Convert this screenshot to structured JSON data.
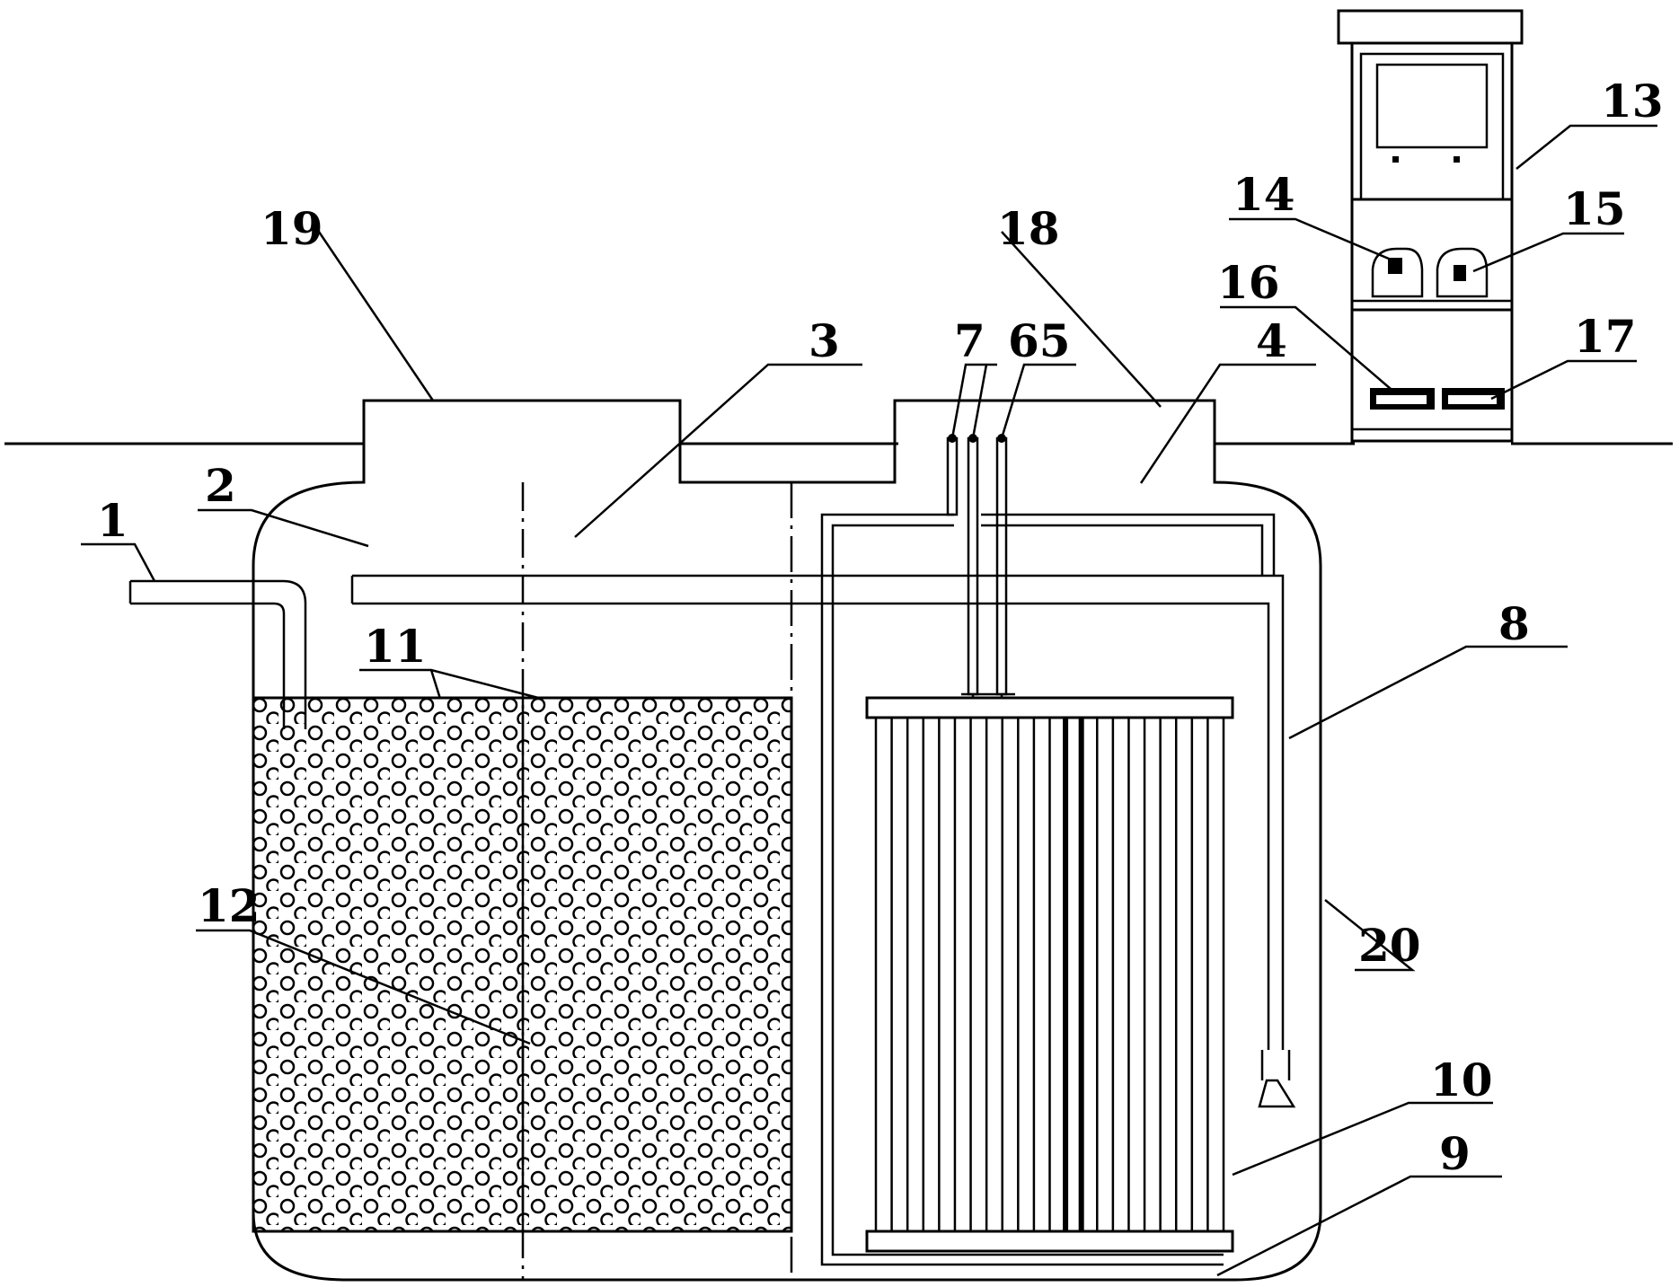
{
  "labels": {
    "l1": "1",
    "l2": "2",
    "l3": "3",
    "l4": "4",
    "l7": "7",
    "l65": "65",
    "l8": "8",
    "l9": "9",
    "l10": "10",
    "l11": "11",
    "l12": "12",
    "l13": "13",
    "l14": "14",
    "l15": "15",
    "l16": "16",
    "l17": "17",
    "l18": "18",
    "l19": "19",
    "l20": "20"
  },
  "colors": {
    "line": "#000000",
    "background": "#ffffff"
  },
  "icons": [
    "control-cabinet-icon",
    "pump-icon",
    "filter-media-icon",
    "membrane-module-icon"
  ]
}
